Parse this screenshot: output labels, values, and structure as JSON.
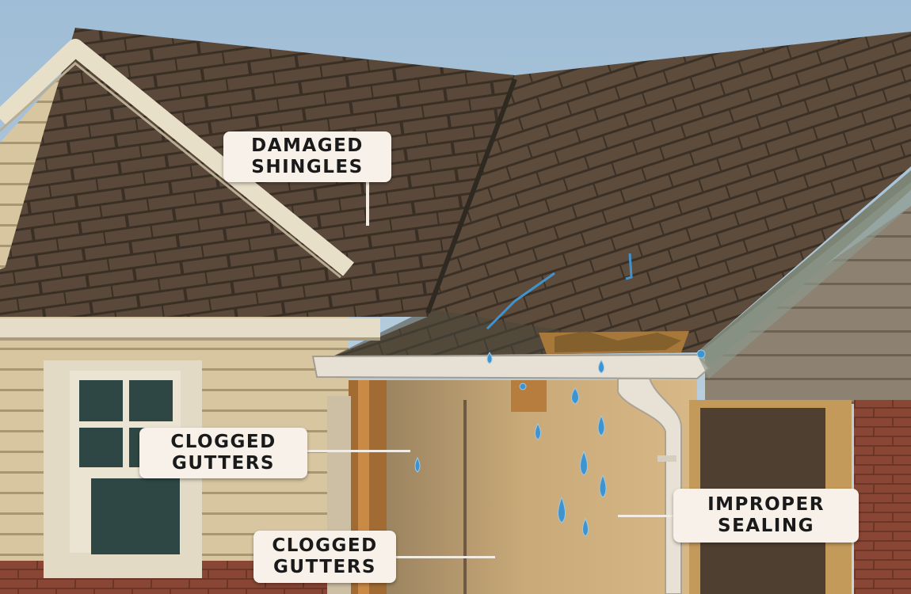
{
  "illustration": {
    "subject": "House roof cross-section showing roof leak causes",
    "colors": {
      "sky": "#a9c3d8",
      "shingle": "#5b4a3a",
      "shingle_dark": "#3e3328",
      "fascia_trim": "#e9e1cf",
      "siding": "#d9c7a3",
      "brick": "#8e4a36",
      "water": "#3f94cf",
      "label_bg": "#f7f1ea",
      "label_text": "#1a1a1a"
    }
  },
  "labels": [
    {
      "id": "damaged-shingles",
      "line1": "DAMAGED",
      "line2": "SHINGLES"
    },
    {
      "id": "clogged-gutters-1",
      "line1": "CLOGGED",
      "line2": "GUTTERS"
    },
    {
      "id": "clogged-gutters-2",
      "line1": "CLOGGED",
      "line2": "GUTTERS"
    },
    {
      "id": "improper-sealing",
      "line1": "IMPROPER",
      "line2": "SEALING"
    }
  ]
}
